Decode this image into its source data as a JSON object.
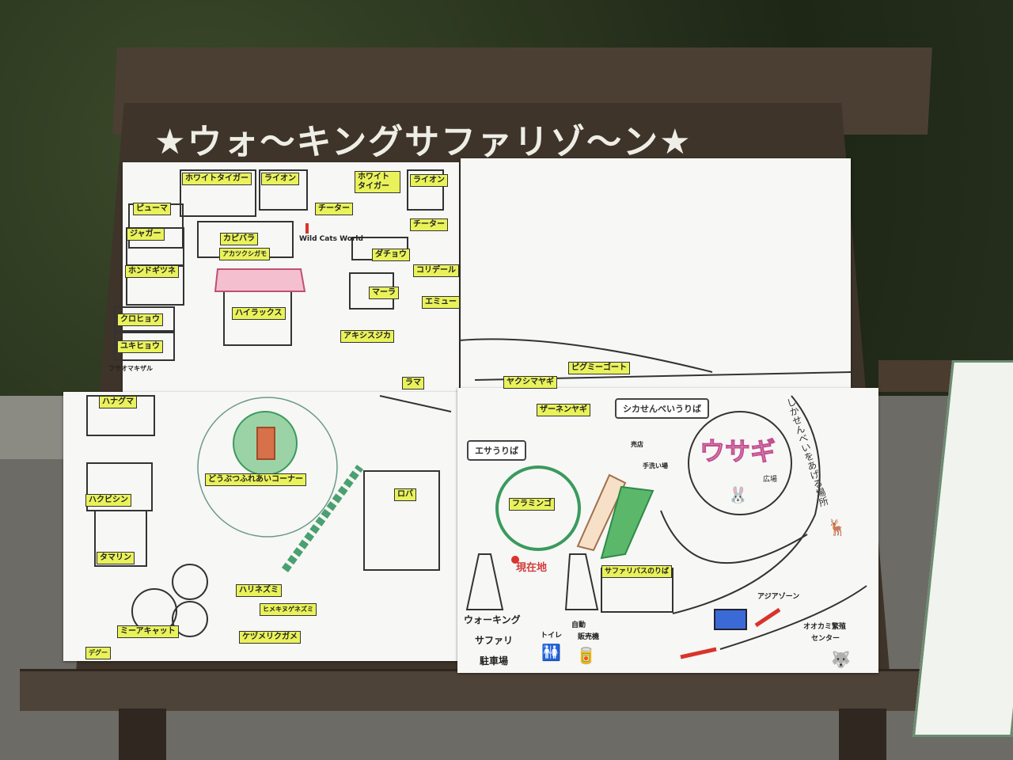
{
  "sign_title": "★ウォ〜キングサファリゾ〜ン★",
  "map": {
    "top_left": {
      "labels": [
        "ホワイトタイガー",
        "ライオン",
        "チーター",
        "ホワイト タイガー",
        "ライオン",
        "チーター",
        "ピューマ",
        "ジャガー",
        "カピバラ",
        "アカツクシガモ",
        "ダチョウ",
        "ホンドギツネ",
        "コリデール",
        "マーラ",
        "エミュー",
        "ハイラックス",
        "クロヒョウ",
        "アキシスジカ",
        "ユキヒョウ",
        "フサオマキザル",
        "ラマ"
      ],
      "wild_cats_world": "Wild Cats World"
    },
    "top_right": {
      "labels": [
        "ヤクシマヤギ",
        "ピグミーゴート"
      ]
    },
    "bottom_left": {
      "labels": [
        "ハナグマ",
        "どうぶつふれあいコーナー",
        "ロバ",
        "ハクビシン",
        "タマリン",
        "ハリネズミ",
        "ヒメキヌゲネズミ",
        "ミーアキャット",
        "ケヅメリクガメ",
        "デグー"
      ]
    },
    "bottom_right": {
      "zaanen": "ザーネンヤギ",
      "shika_senbei_shop": "シカせんべいうりば",
      "esa_shop": "エサうりば",
      "baiten": "売店",
      "tearai": "手洗い場",
      "usagi": "ウサギ",
      "hiroba": "広場",
      "flamingo": "フラミンゴ",
      "current_location": "現在地",
      "bus_stop": "サファリバスのりば",
      "asia_zone": "アジアゾーン",
      "parking": [
        "ウォーキング",
        "サファリ",
        "駐車場"
      ],
      "toilet": "トイレ",
      "vending": [
        "自動",
        "販売機"
      ],
      "wolf_center": [
        "オオカミ繁殖",
        "センター"
      ],
      "senbei_place": "しかせんべいをあげる場所"
    }
  },
  "colors": {
    "label_bg": "#e9f25a",
    "board": "#3e342a",
    "paper": "#f7f7f5",
    "arrow": "#d9342b"
  }
}
